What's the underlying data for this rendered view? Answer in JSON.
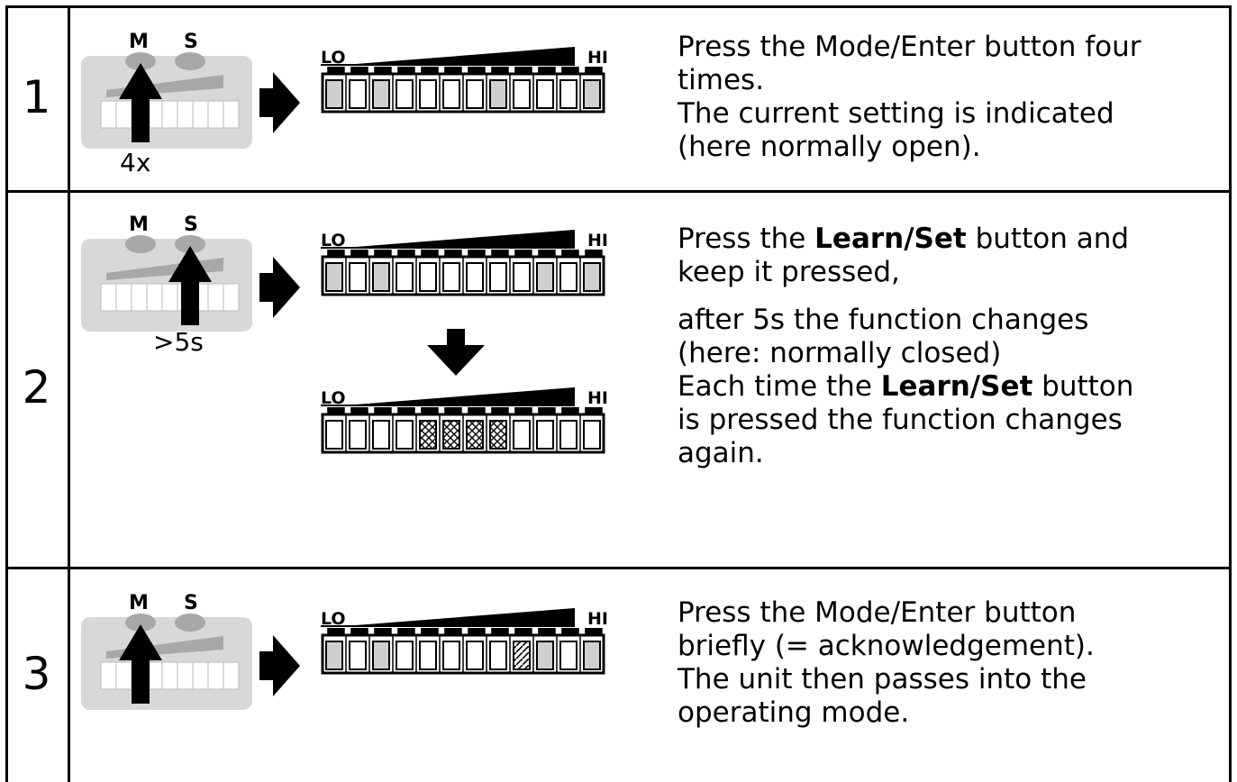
{
  "steps": [
    {
      "number": "1",
      "press_label": "4x",
      "lines": [
        "Press the Mode/Enter button four",
        "times.",
        "The current setting is indicated",
        "(here normally open)."
      ],
      "bar": {
        "lo": "LO",
        "hi": "HI",
        "segments": [
          "gray",
          "white",
          "gray",
          "white",
          "white",
          "white",
          "white",
          "gray",
          "white",
          "white",
          "white",
          "gray"
        ]
      }
    },
    {
      "number": "2",
      "press_label": ">5s",
      "para1": {
        "pre": "Press the ",
        "bold": "Learn/Set",
        "post": " button and",
        "line2": "keep it pressed,"
      },
      "para2_lines": [
        "after 5s the function changes",
        "(here: normally closed)"
      ],
      "para3": {
        "pre": "Each time the ",
        "bold": "Learn/Set",
        "post": " button",
        "line2": "is pressed the function changes",
        "line3": "again."
      },
      "bar_top": {
        "lo": "LO",
        "hi": "HI",
        "segments": [
          "gray",
          "white",
          "gray",
          "white",
          "white",
          "white",
          "white",
          "white",
          "white",
          "gray",
          "white",
          "gray"
        ]
      },
      "bar_bottom": {
        "lo": "LO",
        "hi": "HI",
        "segments": [
          "white",
          "white",
          "white",
          "white",
          "hatch",
          "hatch",
          "hatch",
          "hatch",
          "white",
          "white",
          "white",
          "white"
        ]
      }
    },
    {
      "number": "3",
      "lines": [
        "Press the Mode/Enter button",
        "briefly (= acknowledgement).",
        "The unit then passes into the",
        "operating mode."
      ],
      "bar": {
        "lo": "LO",
        "hi": "HI",
        "segments": [
          "gray",
          "white",
          "gray",
          "white",
          "white",
          "white",
          "white",
          "white",
          "diag",
          "gray",
          "white",
          "gray"
        ]
      }
    }
  ],
  "buttons": {
    "m": "M",
    "s": "S"
  }
}
